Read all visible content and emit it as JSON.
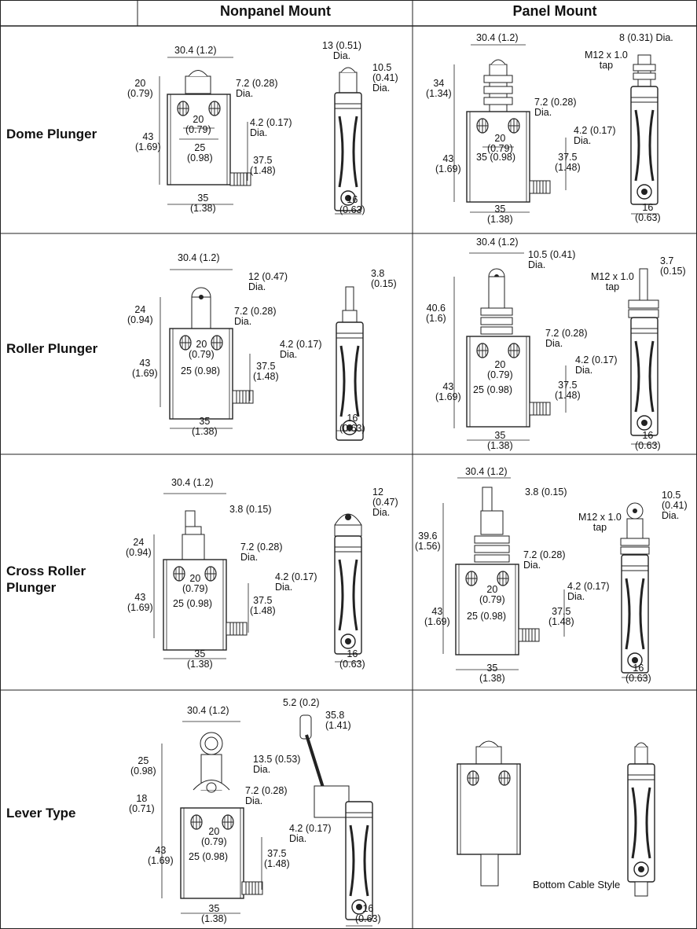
{
  "headers": {
    "nonpanel": "Nonpanel Mount",
    "panel": "Panel Mount"
  },
  "rows": [
    {
      "label": "Dome Plunger"
    },
    {
      "label": "Roller Plunger"
    },
    {
      "label": "Cross Roller Plunger"
    },
    {
      "label": "Lever Type"
    }
  ],
  "dims": {
    "r1": {
      "np_width_top": "30.4 (1.2)",
      "np_h20": "20\n(0.79)",
      "np_hole_dia": "7.2 (0.28)\nDia.",
      "np_inner_20": "20\n(0.79)",
      "np_25": "25\n(0.98)",
      "np_small_hole": "4.2 (0.17)\nDia.",
      "np_43": "43\n(1.69)",
      "np_375": "37.5\n(1.48)",
      "np_35": "35\n(1.38)",
      "np_side_13": "13 (0.51)\nDia.",
      "np_side_105": "10.5\n(0.41)\nDia.",
      "np_side_16": "16\n(0.63)",
      "p_width_top": "30.4 (1.2)",
      "p_34": "34\n(1.34)",
      "p_hole_dia": "7.2 (0.28)\nDia.",
      "p_inner_20": "20\n(0.79)",
      "p_small_hole": "4.2 (0.17)\nDia.",
      "p_43": "43\n(1.69)",
      "p_35_098": "35 (0.98)",
      "p_375": "37.5\n(1.48)",
      "p_35": "35\n(1.38)",
      "p_side_8": "8 (0.31) Dia.",
      "p_side_tap": "M12 x 1.0\ntap",
      "p_side_16": "16\n(0.63)"
    },
    "r2": {
      "np_width_top": "30.4 (1.2)",
      "np_roller": "12 (0.47)\nDia.",
      "np_24": "24\n(0.94)",
      "np_hole_dia": "7.2 (0.28)\nDia.",
      "np_inner_20": "20\n(0.79)",
      "np_small_hole": "4.2 (0.17)\nDia.",
      "np_43": "43\n(1.69)",
      "np_25": "25 (0.98)",
      "np_375": "37.5\n(1.48)",
      "np_35": "35\n(1.38)",
      "np_side_38": "3.8\n(0.15)",
      "np_side_16": "16\n(0.63)",
      "p_width_top": "30.4 (1.2)",
      "p_roller": "10.5 (0.41)\nDia.",
      "p_406": "40.6\n(1.6)",
      "p_hole_dia": "7.2 (0.28)\nDia.",
      "p_inner_20": "20\n(0.79)",
      "p_small_hole": "4.2 (0.17)\nDia.",
      "p_43": "43\n(1.69)",
      "p_25": "25 (0.98)",
      "p_375": "37.5\n(1.48)",
      "p_35": "35\n(1.38)",
      "p_side_37": "3.7\n(0.15)",
      "p_side_tap": "M12 x 1.0\ntap",
      "p_side_16": "16\n(0.63)"
    },
    "r3": {
      "np_width_top": "30.4 (1.2)",
      "np_38": "3.8 (0.15)",
      "np_24": "24\n(0.94)",
      "np_hole_dia": "7.2 (0.28)\nDia.",
      "np_inner_20": "20\n(0.79)",
      "np_small_hole": "4.2 (0.17)\nDia.",
      "np_43": "43\n(1.69)",
      "np_25": "25 (0.98)",
      "np_375": "37.5\n(1.48)",
      "np_35": "35\n(1.38)",
      "np_side_12": "12\n(0.47)\nDia.",
      "np_side_16": "16\n(0.63)",
      "p_width_top": "30.4 (1.2)",
      "p_38": "3.8 (0.15)",
      "p_396": "39.6\n(1.56)",
      "p_hole_dia": "7.2 (0.28)\nDia.",
      "p_inner_20": "20\n(0.79)",
      "p_small_hole": "4.2 (0.17)\nDia.",
      "p_43": "43\n(1.69)",
      "p_25": "25 (0.98)",
      "p_375": "37.5\n(1.48)",
      "p_35": "35\n(1.38)",
      "p_side_105": "10.5\n(0.41)\nDia.",
      "p_side_tap": "M12 x 1.0\ntap",
      "p_side_16": "16\n(0.63)"
    },
    "r4": {
      "np_width_top": "30.4 (1.2)",
      "np_roller": "13.5 (0.53)\nDia.",
      "np_25": "25\n(0.98)",
      "np_18": "18\n(0.71)",
      "np_hole_dia": "7.2 (0.28)\nDia.",
      "np_inner_20": "20\n(0.79)",
      "np_small_hole": "4.2 (0.17)\nDia.",
      "np_43": "43\n(1.69)",
      "np_25b": "25 (0.98)",
      "np_375": "37.5\n(1.48)",
      "np_35": "35\n(1.38)",
      "np_side_52": "5.2 (0.2)",
      "np_side_358": "35.8\n(1.41)",
      "np_side_16": "16\n(0.63)",
      "bottom_cable": "Bottom Cable Style"
    }
  }
}
